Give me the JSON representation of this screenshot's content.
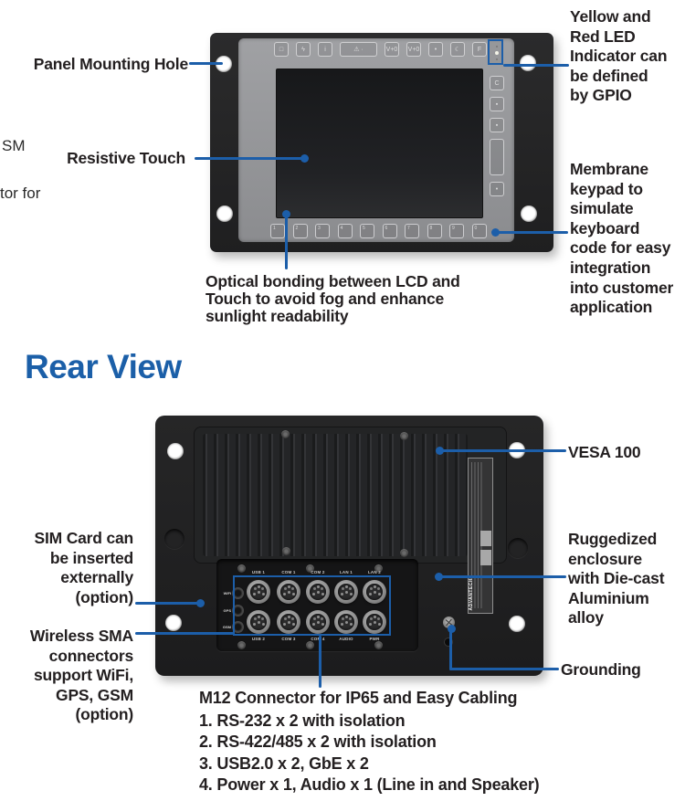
{
  "page": {
    "background": "#ffffff",
    "accent_blue": "#1c5ea9",
    "heading_blue": "#1b5fa8",
    "text_color": "#231f20"
  },
  "left_edge_fragments": {
    "fragment_1": "SM",
    "fragment_2": "tor for"
  },
  "front_view": {
    "callouts": {
      "panel_mounting_hole": "Panel Mounting Hole",
      "resistive_touch": "Resistive Touch",
      "led_indicator_lines": [
        "Yellow and",
        "Red LED",
        "Indicator can",
        "be defined",
        "by GPIO"
      ],
      "membrane_keypad_lines": [
        "Membrane",
        "keypad to",
        "simulate",
        "keyboard",
        "code for easy",
        "integration",
        "into customer",
        "application"
      ],
      "optical_bonding_lines": [
        "Optical bonding between LCD and",
        "Touch to avoid fog and enhance",
        "sunlight readability"
      ]
    },
    "keypad": {
      "top_keys": [
        {
          "name": "display-key",
          "glyph": "□"
        },
        {
          "name": "mute-key",
          "glyph": "ϟ"
        },
        {
          "name": "info-key",
          "glyph": "i"
        },
        {
          "name": "warning-key",
          "glyph": "⚠ ·",
          "wide": true
        },
        {
          "name": "vol-down-key",
          "glyph": "V+0"
        },
        {
          "name": "vol-up-key",
          "glyph": "V+0"
        },
        {
          "name": "dot-key",
          "glyph": "•"
        },
        {
          "name": "night-key",
          "glyph": "☾"
        },
        {
          "name": "f-key",
          "glyph": "F"
        }
      ],
      "bottom_keys": [
        "1",
        "2",
        "3",
        "4",
        "5",
        "6",
        "7",
        "8",
        "9",
        "0"
      ],
      "side_keys": [
        {
          "name": "c-key",
          "glyph": "C"
        },
        {
          "name": "up-key",
          "glyph": "▪"
        },
        {
          "name": "down-key",
          "glyph": "▪"
        },
        {
          "name": "enter-key",
          "glyph": "",
          "tall": true
        },
        {
          "name": "dot-key",
          "glyph": "•"
        }
      ]
    }
  },
  "rear_heading": "Rear View",
  "rear_view": {
    "callouts": {
      "vesa": "VESA 100",
      "sim_lines": [
        "SIM Card can",
        "be inserted",
        "externally",
        "(option)"
      ],
      "wireless_lines": [
        "Wireless SMA",
        "connectors",
        "support WiFi,",
        "GPS, GSM",
        "(option)"
      ],
      "rugged_lines": [
        "Ruggedized",
        "enclosure",
        "with Die-cast",
        "Aluminium",
        "alloy"
      ],
      "grounding": "Grounding"
    },
    "connectors": {
      "top_row": [
        "USB 1",
        "COM 1",
        "COM 2",
        "LAN 1",
        "LAN 2"
      ],
      "bottom_row": [
        "USB 2",
        "COM 3",
        "COM 4",
        "AUDIO",
        "PWR"
      ],
      "sma": [
        "WiFi",
        "GPS",
        "GSM"
      ]
    },
    "label_sticker": {
      "brand": "ADVANTECH"
    }
  },
  "m12_block": {
    "title": "M12 Connector for IP65 and Easy Cabling",
    "items": [
      "1. RS-232 x 2 with isolation",
      "2. RS-422/485 x 2 with isolation",
      "3. USB2.0 x 2, GbE x 2",
      "4. Power x 1, Audio x 1 (Line in and Speaker)"
    ]
  }
}
